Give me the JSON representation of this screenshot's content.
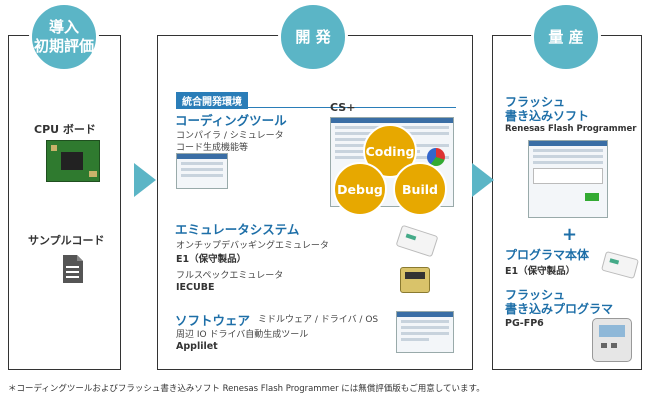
{
  "stages": {
    "intro": "導入\n初期評価",
    "dev": "開 発",
    "mass": "量 産"
  },
  "intro": {
    "cpu_board": "CPU ボード",
    "sample_code": "サンプルコード"
  },
  "dev": {
    "ide_tag": "統合開発環境",
    "coding_title": "コーディングツール",
    "coding_line1": "コンパイラ / シミュレータ",
    "coding_line2": "コード生成機能等",
    "cs_label": "CS+",
    "coding": "Coding",
    "debug": "Debug",
    "build": "Build",
    "emu_title": "エミュレータシステム",
    "emu_line1": "オンチップデバッギングエミュレータ",
    "emu_e1": "E1（保守製品）",
    "emu_line2": "フルスペックエミュレータ",
    "emu_iecube": "IECUBE",
    "soft_title": "ソフトウェア",
    "soft_sub": "ミドルウェア / ドライバ / OS",
    "soft_line1": "周辺 IO ドライバ自動生成ツール",
    "soft_applilet": "Applilet"
  },
  "mass": {
    "flash_soft_title1": "フラッシュ",
    "flash_soft_title2": "書き込みソフト",
    "flash_soft_name": "Renesas Flash Programmer",
    "plus": "+",
    "prog_title": "プログラマ本体",
    "prog_e1": "E1（保守製品）",
    "flash_prog_title1": "フラッシュ",
    "flash_prog_title2": "書き込みプログラマ",
    "flash_prog_name": "PG-FP6"
  },
  "footnote": "＊コーディングツールおよびフラッシュ書き込みソフト Renesas Flash Programmer には無償評価版もご用意しています。",
  "colors": {
    "accent": "#5bb5c6",
    "heading": "#1e6fa8",
    "gold": "#e7a800"
  }
}
